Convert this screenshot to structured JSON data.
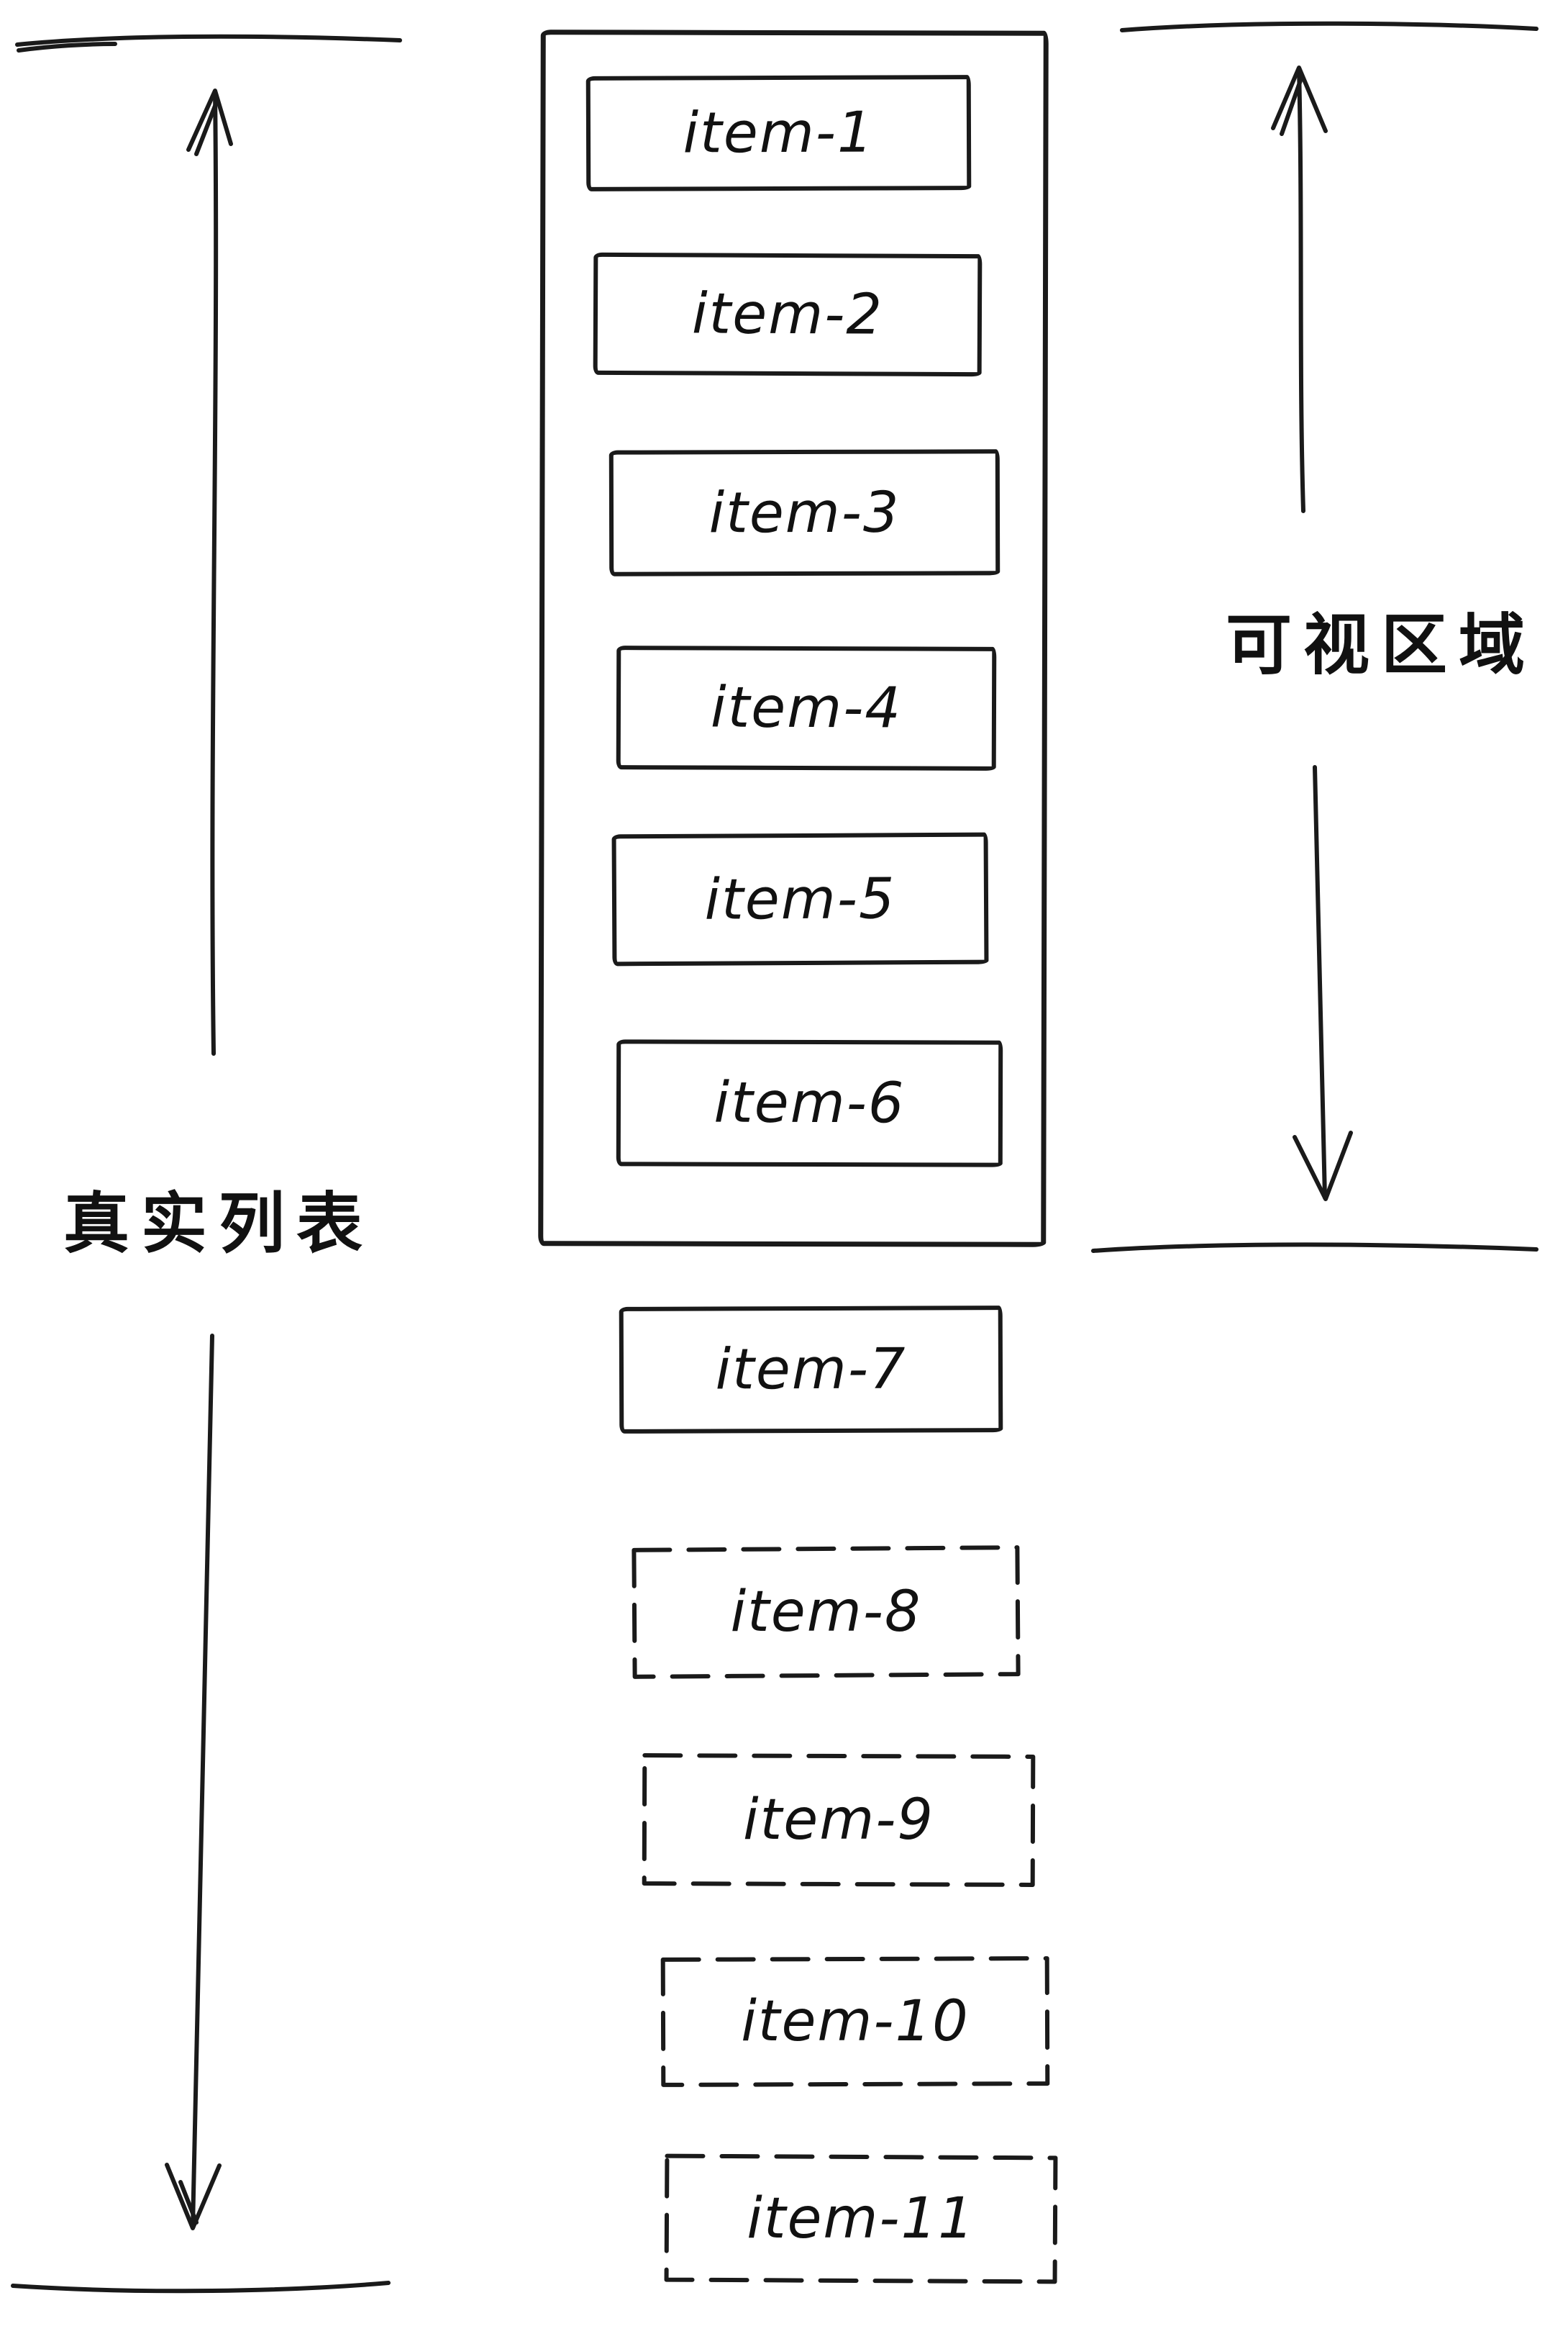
{
  "diagram": {
    "left_label": "真实列表",
    "right_label": "可视区域",
    "viewport_items": [
      {
        "label": "item-1",
        "style": "solid"
      },
      {
        "label": "item-2",
        "style": "solid"
      },
      {
        "label": "item-3",
        "style": "solid"
      },
      {
        "label": "item-4",
        "style": "solid"
      },
      {
        "label": "item-5",
        "style": "solid"
      },
      {
        "label": "item-6",
        "style": "solid"
      }
    ],
    "below_items": [
      {
        "label": "item-7",
        "style": "solid"
      },
      {
        "label": "item-8",
        "style": "dashed"
      },
      {
        "label": "item-9",
        "style": "dashed"
      },
      {
        "label": "item-10",
        "style": "dashed"
      },
      {
        "label": "item-11",
        "style": "dashed"
      }
    ],
    "colors": {
      "ink": "#1a1a1a",
      "background": "#ffffff"
    }
  }
}
